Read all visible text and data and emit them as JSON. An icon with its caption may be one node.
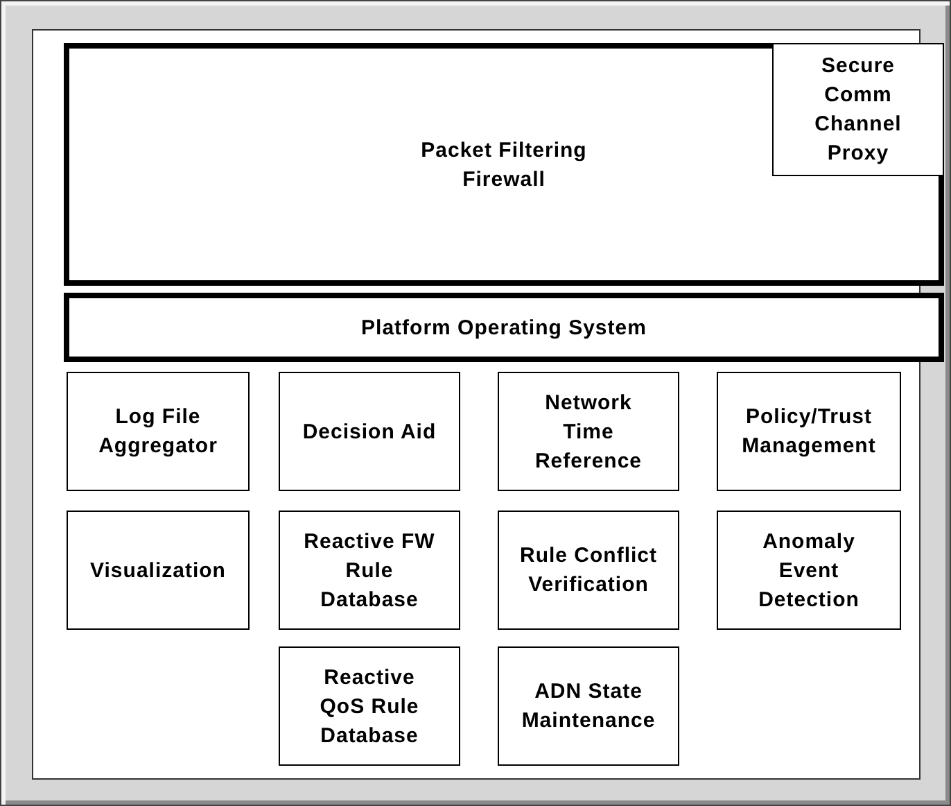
{
  "diagram": {
    "nodes": [
      {
        "text": [],
        "shape": "box"
      },
      {
        "text": [
          "Packet Filtering Firewall"
        ],
        "in": 0
      },
      {
        "text": [
          "Secure Comm Channel Proxy"
        ],
        "in": 1
      },
      {
        "text": [
          "Platform Operating System"
        ],
        "in": 0
      },
      {
        "text": [
          "Log File Aggregator"
        ],
        "in": 0
      },
      {
        "text": [
          "Decision Aid"
        ],
        "in": 0
      },
      {
        "text": [
          "Network Time Reference"
        ],
        "in": 0
      },
      {
        "text": [
          "Policy/Trust Management"
        ],
        "in": 0
      },
      {
        "text": [
          "Visualization"
        ],
        "in": 0
      },
      {
        "text": [
          "Reactive FW Rule Database"
        ],
        "in": 0
      },
      {
        "text": [
          "Rule Conflict Verification"
        ],
        "in": 0
      },
      {
        "text": [
          "Anomaly Event Detection"
        ],
        "in": 0
      },
      {
        "text": [
          "Reactive QoS Rule Database"
        ],
        "in": 0
      },
      {
        "text": [
          "ADN State Maintenance"
        ],
        "in": 0
      }
    ]
  }
}
